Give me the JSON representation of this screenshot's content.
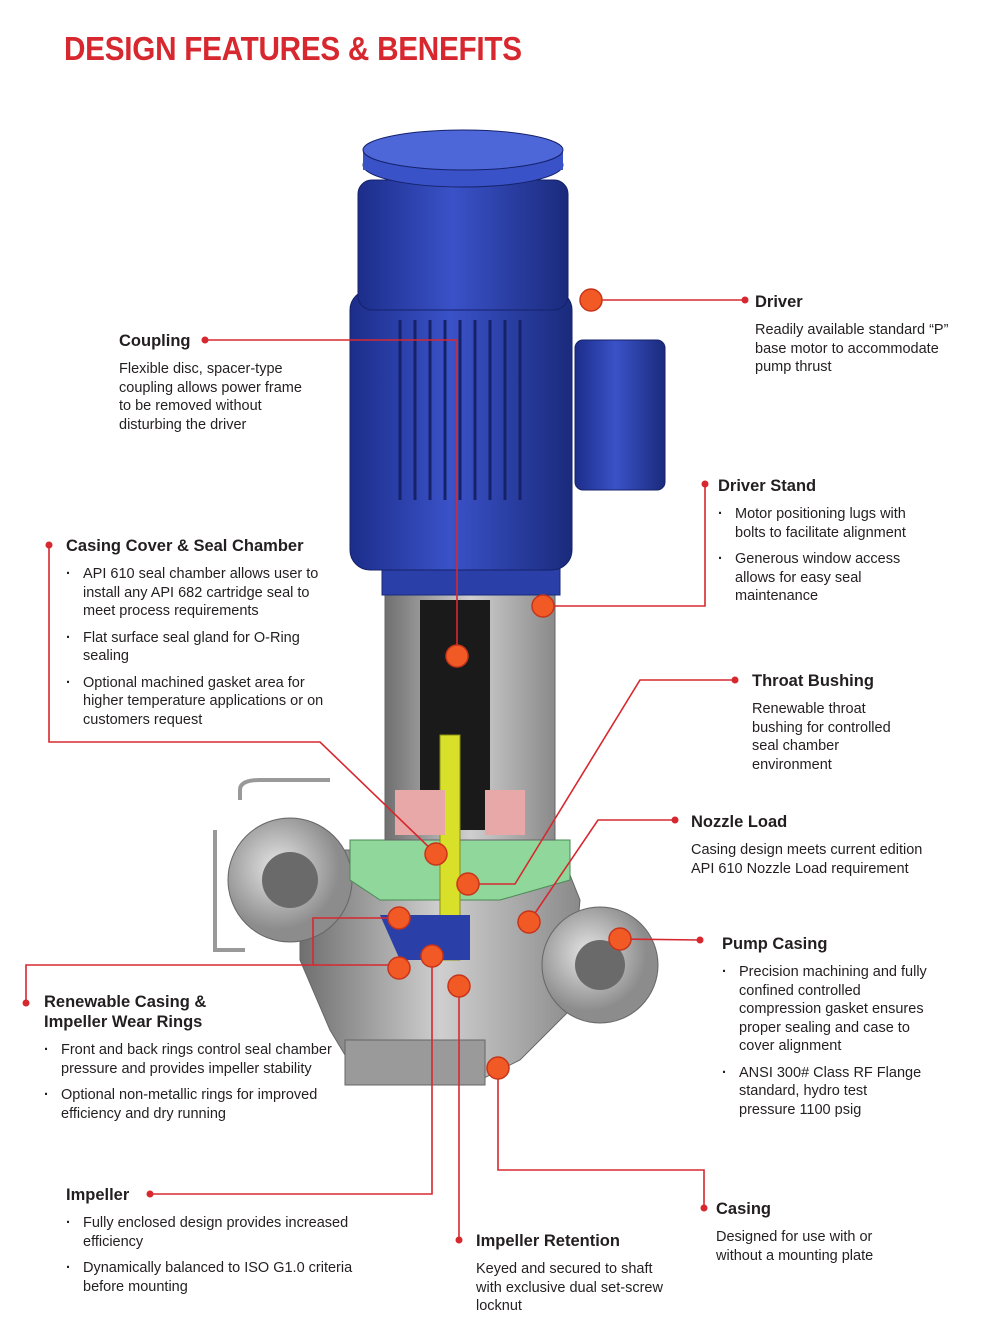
{
  "title": "DESIGN FEATURES & BENEFITS",
  "colors": {
    "accent": "#d7282f",
    "callout_dot": "#f15a24",
    "motor": "#2b3fa8",
    "seal": "#8fd79a"
  },
  "features": {
    "driver": {
      "heading": "Driver",
      "text": "Readily available standard “P” base motor to accommodate pump thrust"
    },
    "coupling": {
      "heading": "Coupling",
      "text": "Flexible disc, spacer-type coupling allows power frame to be removed without disturbing the driver"
    },
    "driver_stand": {
      "heading": "Driver Stand",
      "bullets": [
        "Motor positioning lugs with bolts to facilitate alignment",
        "Generous window access allows for easy seal maintenance"
      ]
    },
    "casing_cover": {
      "heading": "Casing Cover & Seal Chamber",
      "bullets": [
        "API 610 seal chamber allows user to install any API 682 cartridge seal to meet process requirements",
        "Flat surface seal gland for O-Ring sealing",
        "Optional machined gasket area for higher temperature applications or on customers request"
      ]
    },
    "throat_bushing": {
      "heading": "Throat Bushing",
      "text": "Renewable throat bushing for controlled seal chamber environment"
    },
    "nozzle_load": {
      "heading": "Nozzle Load",
      "text": "Casing design meets current edition API 610 Nozzle Load requirement"
    },
    "pump_casing": {
      "heading": "Pump Casing",
      "bullets": [
        "Precision machining and fully confined controlled compression gasket ensures proper sealing and case to cover alignment",
        "ANSI 300# Class RF Flange standard, hydro test pressure 1100 psig"
      ]
    },
    "wear_rings": {
      "heading": "Renewable Casing & Impeller Wear Rings",
      "bullets": [
        "Front and back rings control seal chamber pressure and provides impeller stability",
        "Optional non-metallic rings for improved efficiency and dry running"
      ]
    },
    "impeller": {
      "heading": "Impeller",
      "bullets": [
        "Fully enclosed design provides increased efficiency",
        "Dynamically balanced to ISO G1.0 criteria before mounting"
      ]
    },
    "impeller_retention": {
      "heading": "Impeller Retention",
      "text": "Keyed and secured to shaft with exclusive dual set-screw locknut"
    },
    "casing": {
      "heading": "Casing",
      "text": "Designed for use with or without a mounting plate"
    }
  }
}
